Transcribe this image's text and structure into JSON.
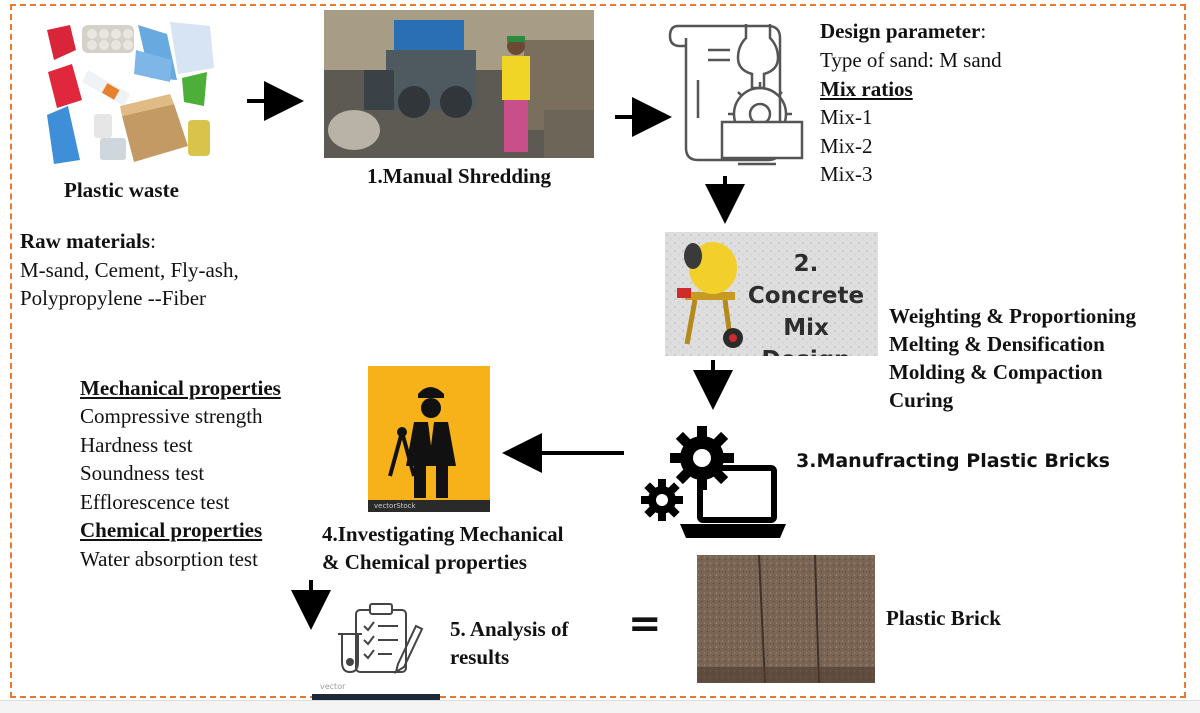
{
  "plastic_waste": {
    "caption": "Plastic waste"
  },
  "raw_materials": {
    "heading": "Raw materials",
    "colon": ":",
    "line1": "M-sand,  Cement,  Fly-ash,",
    "line2": "Polypropylene --Fiber"
  },
  "step1": {
    "caption": "1.Manual Shredding"
  },
  "design": {
    "heading": "Design parameter",
    "colon": ":",
    "sand": "Type of sand: M sand",
    "mix_heading": "Mix ratios",
    "mixes": [
      "Mix-1",
      "Mix-2",
      "Mix-3"
    ]
  },
  "step2": {
    "line1": "2. Concrete",
    "line2": "Mix",
    "line3": "Design"
  },
  "process": {
    "lines": [
      "Weighting & Proportioning",
      "Melting & Densification",
      "Molding & Compaction",
      "Curing"
    ]
  },
  "step3": {
    "caption": "3.Manufracting Plastic Bricks"
  },
  "step4": {
    "line1": "4.Investigating Mechanical",
    "line2": "& Chemical  properties",
    "watermark": "vectorStock"
  },
  "properties": {
    "mech_heading": "Mechanical properties",
    "mech_items": [
      "Compressive strength",
      "Hardness test",
      "Soundness test",
      "Efflorescence test"
    ],
    "chem_heading": "Chemical properties",
    "chem_items": [
      "Water absorption test"
    ]
  },
  "step5": {
    "line1": "5. Analysis of",
    "line2": "results",
    "watermark": "vector"
  },
  "equals": "=",
  "brick": {
    "caption": "Plastic Brick"
  }
}
